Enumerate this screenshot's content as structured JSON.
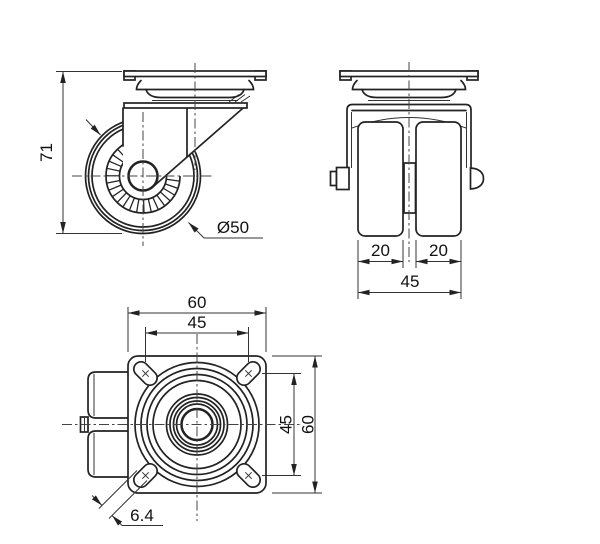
{
  "drawing": {
    "colors": {
      "background": "#ffffff",
      "line": "#222222",
      "thin_line": "#333333",
      "text": "#111111"
    },
    "side_view": {
      "height_dim": "71",
      "wheel_diameter_dim": "Ø50"
    },
    "front_view": {
      "wheel_width_left_dim": "20",
      "wheel_width_right_dim": "20",
      "overall_width_dim": "45"
    },
    "plan_view": {
      "plate_width_dim": "60",
      "hole_spacing_x_dim": "45",
      "hole_spacing_y_dim": "45",
      "plate_height_dim": "60",
      "slot_width_dim": "6.4"
    }
  }
}
